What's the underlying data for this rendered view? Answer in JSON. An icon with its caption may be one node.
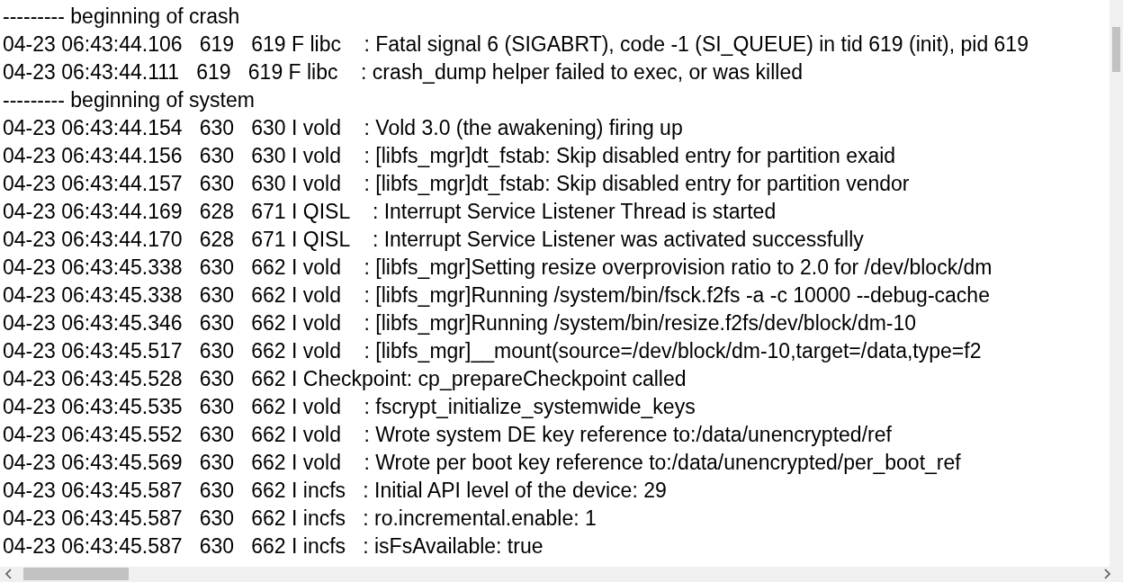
{
  "diagram": {
    "labels": [
      "--------- beginning of crash",
      "04-23 06:43:44.106   619   619 F libc    : Fatal signal 6 (SIGABRT), code -1 (SI_QUEUE) in tid 619 (init), pid 619",
      "04-23 06:43:44.111   619   619 F libc    : crash_dump helper failed to exec, or was killed",
      "--------- beginning of system",
      "04-23 06:43:44.154   630   630 I vold    : Vold 3.0 (the awakening) firing up",
      "04-23 06:43:44.156   630   630 I vold    : [libfs_mgr]dt_fstab: Skip disabled entry for partition exaid",
      "04-23 06:43:44.157   630   630 I vold    : [libfs_mgr]dt_fstab: Skip disabled entry for partition vendor",
      "04-23 06:43:44.169   628   671 I QISL    : Interrupt Service Listener Thread is started",
      "04-23 06:43:44.170   628   671 I QISL    : Interrupt Service Listener was activated successfully",
      "04-23 06:43:45.338   630   662 I vold    : [libfs_mgr]Setting resize overprovision ratio to 2.0 for /dev/block/dm",
      "04-23 06:43:45.338   630   662 I vold    : [libfs_mgr]Running /system/bin/fsck.f2fs -a -c 10000 --debug-cache",
      "04-23 06:43:45.346   630   662 I vold    : [libfs_mgr]Running /system/bin/resize.f2fs/dev/block/dm-10",
      "04-23 06:43:45.517   630   662 I vold    : [libfs_mgr]__mount(source=/dev/block/dm-10,target=/data,type=f2",
      "04-23 06:43:45.528   630   662 I Checkpoint: cp_prepareCheckpoint called",
      "04-23 06:43:45.535   630   662 I vold    : fscrypt_initialize_systemwide_keys",
      "04-23 06:43:45.552   630   662 I vold    : Wrote system DE key reference to:/data/unencrypted/ref",
      "04-23 06:43:45.569   630   662 I vold    : Wrote per boot key reference to:/data/unencrypted/per_boot_ref",
      "04-23 06:43:45.587   630   662 I incfs   : Initial API level of the device: 29",
      "04-23 06:43:45.587   630   662 I incfs   : ro.incremental.enable: 1",
      "04-23 06:43:45.587   630   662 I incfs   : isFsAvailable: true"
    ]
  }
}
